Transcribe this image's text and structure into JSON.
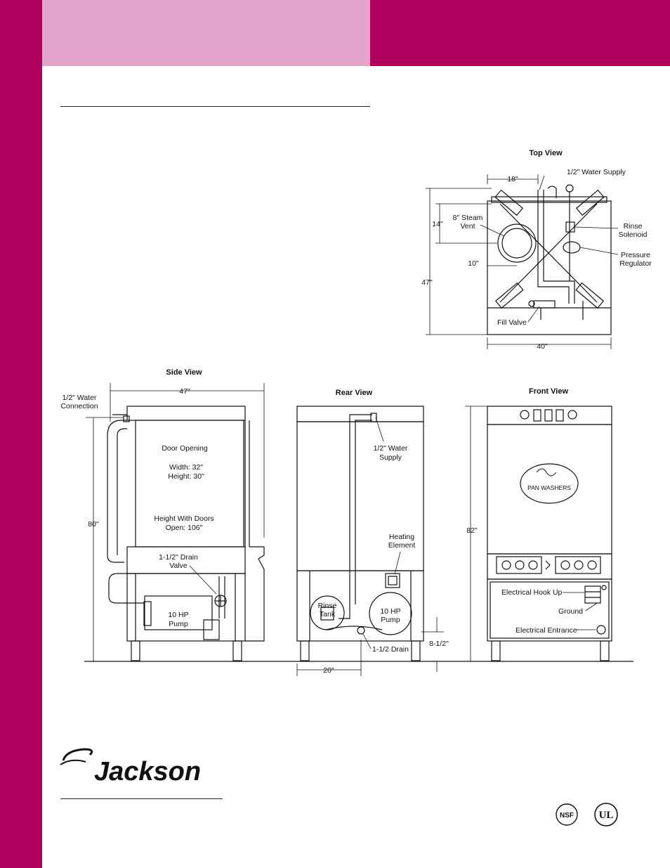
{
  "brand": {
    "name": "Jackson",
    "accent": "#b0005f",
    "pink": "#e4a5cd",
    "certifications": [
      "NSF",
      "UL"
    ]
  },
  "top_view": {
    "title": "Top View",
    "labels": {
      "water_supply": "1/2\" Water Supply",
      "steam_vent": [
        "8\" Steam",
        "Vent"
      ],
      "rinse_solenoid": [
        "Rinse",
        "Solenoid"
      ],
      "pressure_regulator": [
        "Pressure",
        "Regulator"
      ],
      "fill_valve": "Fill Valve"
    },
    "dims": {
      "d18": "18\"",
      "d14": "14\"",
      "d10": "10\"",
      "d47": "47\"",
      "d40": "40\""
    }
  },
  "side_view": {
    "title": "Side View",
    "labels": {
      "water_connection": [
        "1/2\" Water",
        "Connection"
      ],
      "door_opening": "Door Opening",
      "door_size": [
        "Width: 32\"",
        "Height: 30\""
      ],
      "doors_open": [
        "Height With Doors",
        "Open: 106\""
      ],
      "drain_valve": [
        "1-1/2\" Drain",
        "Valve"
      ],
      "pump": [
        "10 HP",
        "Pump"
      ]
    },
    "dims": {
      "d47": "47\"",
      "d80": "80\""
    }
  },
  "rear_view": {
    "title": "Rear View",
    "labels": {
      "water_supply": [
        "1/2\" Water",
        "Supply"
      ],
      "heating_element": [
        "Heating",
        "Element"
      ],
      "rinse_tank": [
        "Rinse",
        "Tank"
      ],
      "pump": [
        "10 HP",
        "Pump"
      ],
      "drain": "1-1/2 Drain"
    },
    "dims": {
      "d20": "20\"",
      "d8": "8-1/2\""
    }
  },
  "front_view": {
    "title": "Front View",
    "labels": {
      "badge": "PAN WASHERS",
      "hook_up": "Electrical Hook Up",
      "ground": "Ground",
      "entrance": "Electrical Entrance"
    },
    "dims": {
      "d82": "82\""
    }
  }
}
